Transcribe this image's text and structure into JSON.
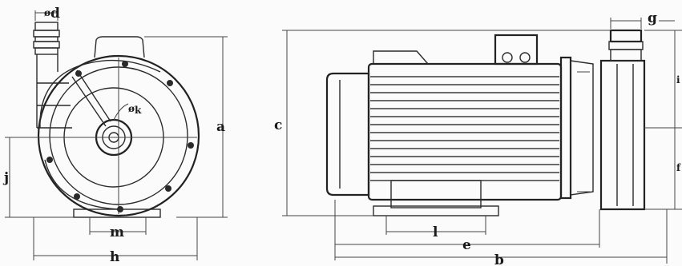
{
  "labels": {
    "d": "d",
    "h": "h",
    "m": "m",
    "j": "j",
    "a": "a",
    "k": "k",
    "c": "c",
    "g": "g",
    "i": "i",
    "l": "l",
    "e": "e",
    "b": "b"
  }
}
